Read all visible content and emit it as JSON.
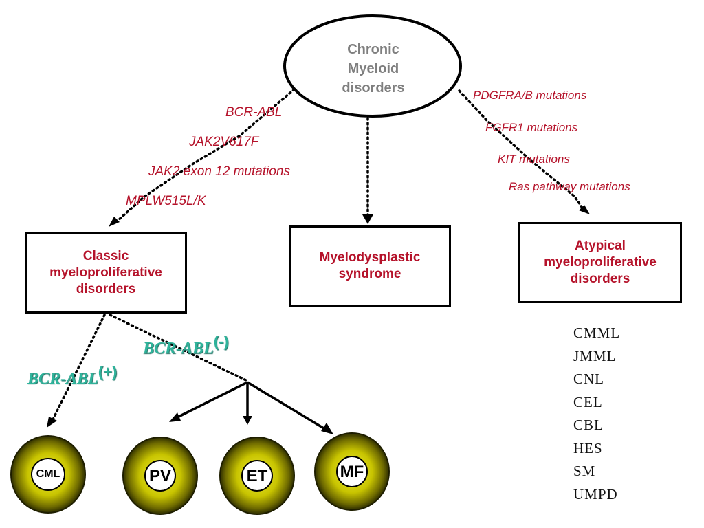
{
  "root": {
    "lines": [
      "Chronic",
      "Myeloid",
      "disorders"
    ]
  },
  "left_mutations": [
    "BCR-ABL",
    "JAK2V617F",
    "JAK2 exon 12 mutations",
    "MPLW515L/K"
  ],
  "right_mutations": [
    "PDGFRA/B mutations",
    "FGFR1 mutations",
    "KIT mutations",
    "Ras pathway mutations"
  ],
  "boxes": {
    "classic": [
      "Classic",
      "myeloproliferative",
      "disorders"
    ],
    "mds": [
      "Myelodysplastic",
      "syndrome"
    ],
    "atypical": [
      "Atypical",
      "myeloproliferative",
      "disorders"
    ]
  },
  "bcr_labels": {
    "positive": {
      "text": "BCR-ABL",
      "sign": "(+)"
    },
    "negative": {
      "text": "BCR-ABL",
      "sign": "(-)"
    }
  },
  "disease_circles": [
    "CML",
    "PV",
    "ET",
    "MF"
  ],
  "atypical_list": [
    "CMML",
    "JMML",
    "CNL",
    "CEL",
    "CBL",
    "HES",
    "SM",
    "UMPD"
  ],
  "colors": {
    "label_red": "#b5122a",
    "bcr_teal": "#2fb39b",
    "circle_olive": "#c8c400",
    "circle_dark": "#2d2d00",
    "root_text_gray": "#7f7f7f"
  }
}
